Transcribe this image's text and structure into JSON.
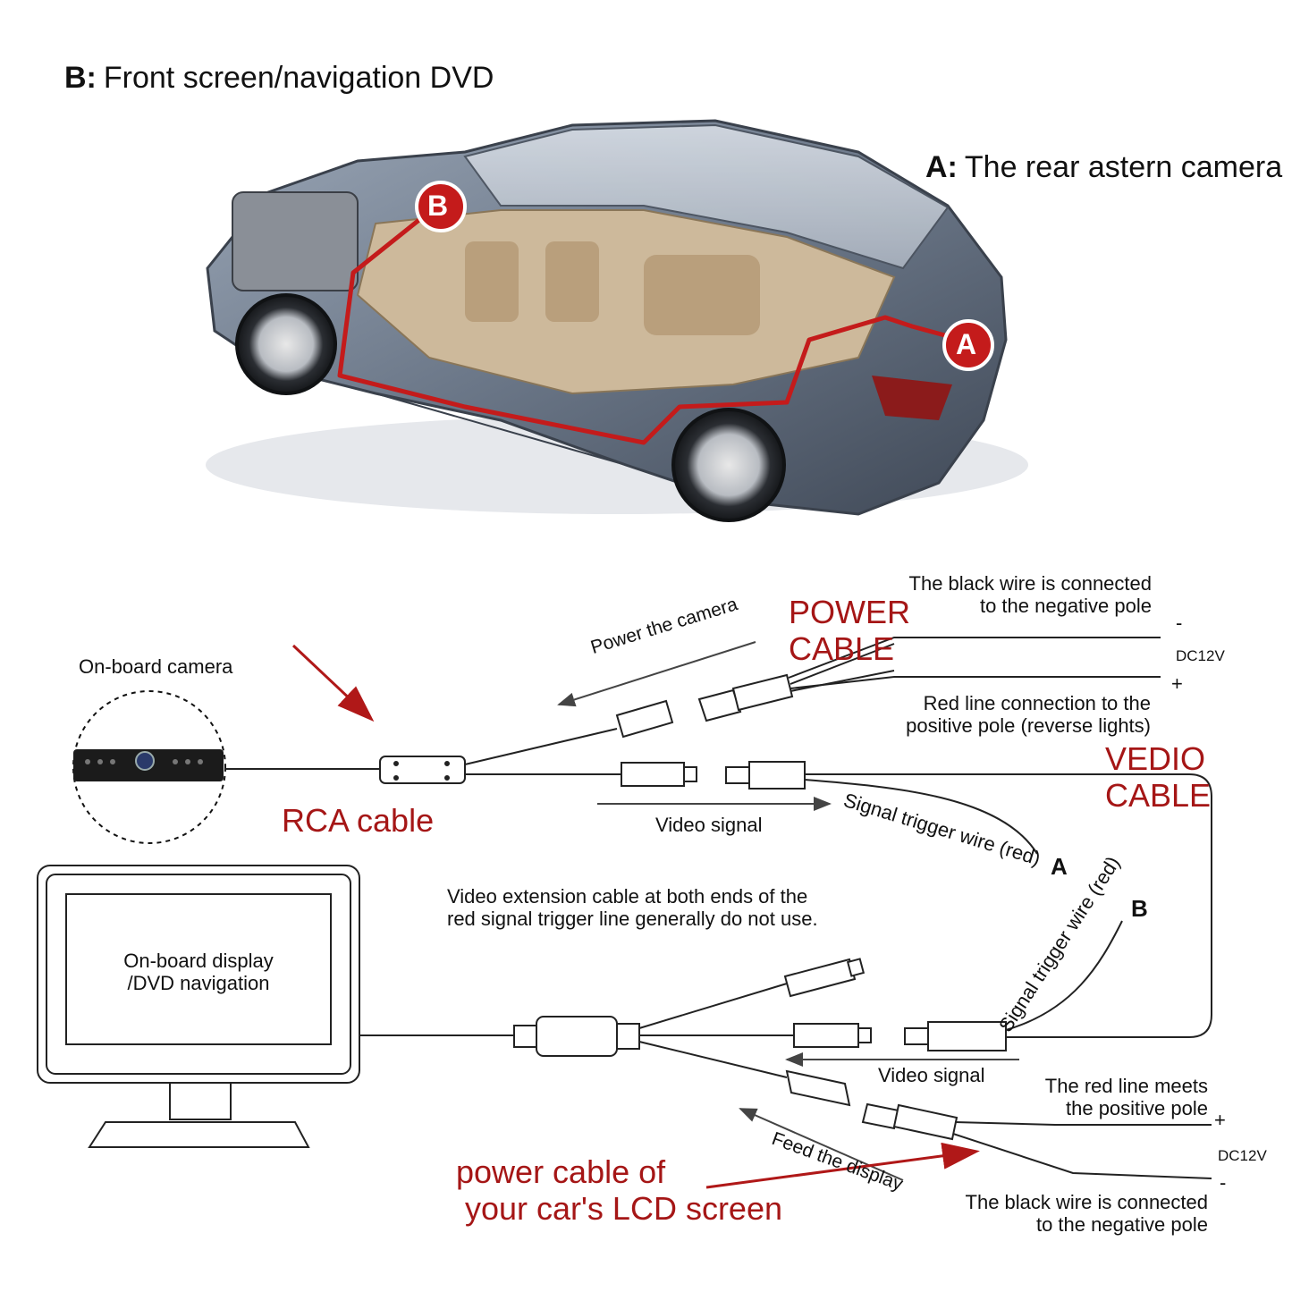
{
  "header": {
    "b_letter": "B:",
    "b_text": "Front screen/navigation DVD",
    "a_letter": "A:",
    "a_text": "The rear astern camera"
  },
  "car": {
    "marker_b": "B",
    "marker_a": "A"
  },
  "camera": {
    "label": "On-board camera"
  },
  "rca": {
    "label": "RCA cable"
  },
  "power_top": {
    "title_line1": "POWER",
    "title_line2": "CABLE",
    "black_wire_line1": "The black wire is connected",
    "black_wire_line2": "to the negative pole",
    "minus": "-",
    "voltage": "DC12V",
    "plus": "+",
    "red_line1": "Red line connection to the",
    "red_line2": "positive pole (reverse lights)",
    "power_camera": "Power the camera"
  },
  "video_cable": {
    "title_line1": "VEDIO",
    "title_line2": "CABLE",
    "video_signal_top": "Video signal",
    "trigger_a": "Signal trigger wire (red)",
    "letter_a": "A",
    "trigger_b": "Signal trigger wire (red)",
    "letter_b": "B",
    "video_signal_bottom": "Video signal"
  },
  "note": {
    "line1": "Video extension cable at both ends of the",
    "line2": "red signal trigger line generally do not use."
  },
  "monitor": {
    "line1": "On-board display",
    "line2": "/DVD navigation"
  },
  "power_bottom": {
    "red_line1": "The red line meets",
    "red_line2": "the positive pole",
    "plus": "+",
    "voltage": "DC12V",
    "minus": "-",
    "black_line1": "The black wire is connected",
    "black_line2": "to the negative pole",
    "feed_display": "Feed the display",
    "lcd_line1": "power cable of",
    "lcd_line2": "your car's LCD screen"
  },
  "colors": {
    "accent_red": "#a51616",
    "wire_red": "#c41b1b",
    "car_body": "#6e7a8a"
  }
}
